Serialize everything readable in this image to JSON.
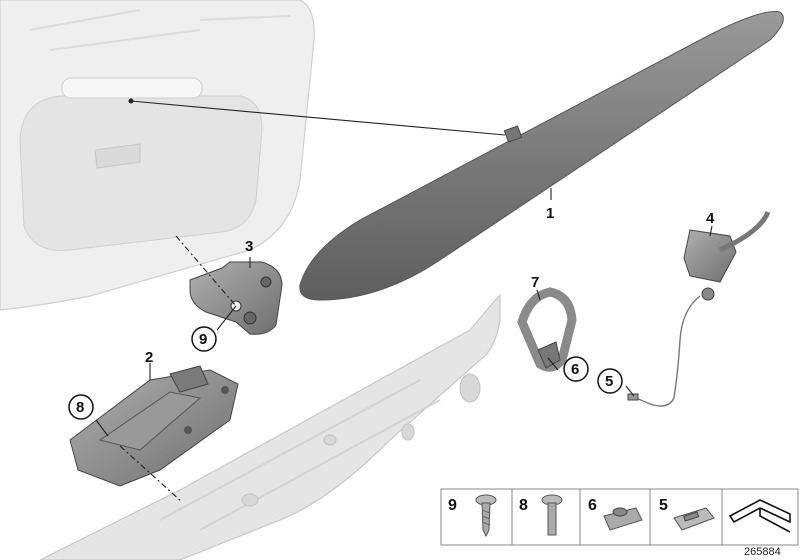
{
  "diagram": {
    "callouts": [
      {
        "id": "part-1",
        "label": "1"
      },
      {
        "id": "part-2",
        "label": "2"
      },
      {
        "id": "part-3",
        "label": "3"
      },
      {
        "id": "part-4",
        "label": "4"
      },
      {
        "id": "part-5",
        "label": "5"
      },
      {
        "id": "part-6",
        "label": "6"
      },
      {
        "id": "part-7",
        "label": "7"
      },
      {
        "id": "part-8",
        "label": "8"
      },
      {
        "id": "part-9",
        "label": "9"
      }
    ],
    "legend": [
      {
        "label": "9",
        "icon": "torx-screw-icon"
      },
      {
        "label": "8",
        "icon": "flange-bolt-icon"
      },
      {
        "label": "6",
        "icon": "clip-nut-icon"
      },
      {
        "label": "5",
        "icon": "retainer-clip-icon"
      },
      {
        "label": "",
        "icon": "bracket-profile-icon"
      }
    ],
    "drawing_number": "265884",
    "colors": {
      "tailgate": "#eeeeee",
      "frame": "#e6e6e6",
      "handle": "#7c7c7c",
      "parts": "#8a8a8a",
      "lines": "#222222"
    }
  }
}
